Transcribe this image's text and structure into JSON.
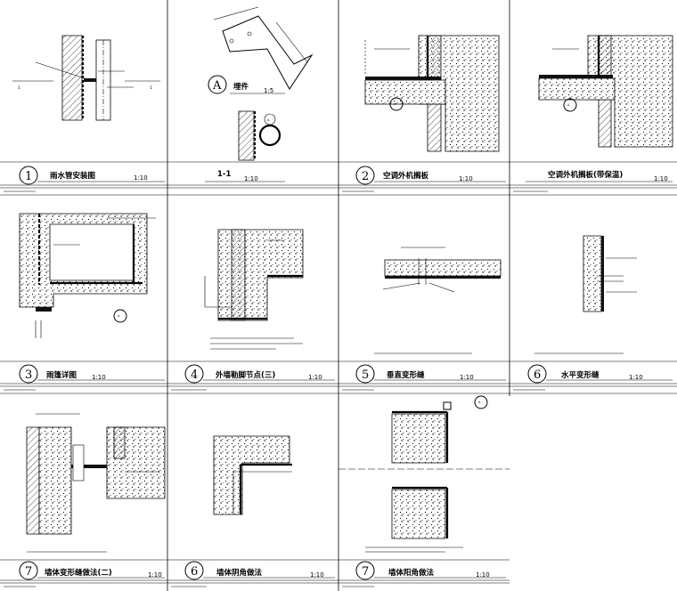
{
  "cells": [
    {
      "id": "c1",
      "num": "1",
      "title": "雨水管安装图",
      "scale": "1:10"
    },
    {
      "id": "c2",
      "num": "",
      "title": "1-1",
      "scale": "1:10"
    },
    {
      "id": "c3",
      "num": "2",
      "title": "空调外机搁板",
      "scale": "1:10"
    },
    {
      "id": "c4",
      "num": "",
      "title": "空调外机搁板(带保温)",
      "scale": "1:10"
    },
    {
      "id": "c5",
      "num": "3",
      "title": "雨篷详图",
      "scale": "1:10"
    },
    {
      "id": "c6",
      "num": "4",
      "title": "外墙勒脚节点(三)",
      "scale": "1:10"
    },
    {
      "id": "c7",
      "num": "5",
      "title": "垂直变形缝",
      "scale": "1:10"
    },
    {
      "id": "c8",
      "num": "6",
      "title": "水平变形缝",
      "scale": "1:10"
    },
    {
      "id": "c9",
      "num": "7",
      "title": "墙体变形缝做法(二)",
      "scale": "1:10"
    },
    {
      "id": "c10",
      "num": "6",
      "title": "墙体阴角做法",
      "scale": "1:10"
    },
    {
      "id": "c11",
      "num": "7",
      "title": "墙体阳角做法",
      "scale": "1:10"
    }
  ],
  "embed": {
    "letter": "A",
    "title": "埋件",
    "scale": "1:5"
  },
  "section_marks": {
    "left": "1",
    "right": "1"
  },
  "detail_marker": "A"
}
